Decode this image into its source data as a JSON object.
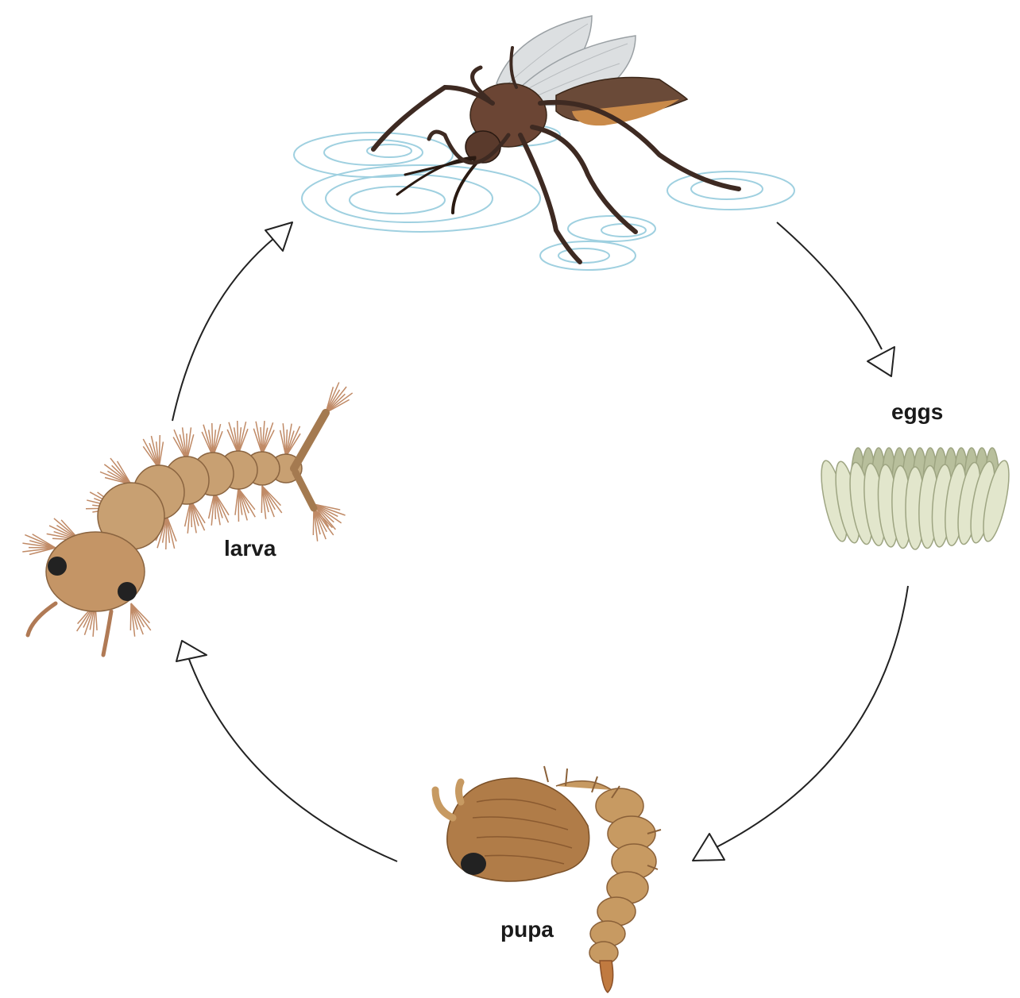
{
  "stages": {
    "adult": {
      "name": "mosquito-adult"
    },
    "eggs": {
      "label": "eggs"
    },
    "larva": {
      "label": "larva"
    },
    "pupa": {
      "label": "pupa"
    }
  },
  "colors": {
    "background": "#ffffff",
    "arrow": "#222222",
    "water_ripple": "#9fd0e0",
    "mosquito_body": "#5a3a2c",
    "mosquito_leg": "#3e2a22",
    "wing": "#d9dcde",
    "egg": "#e2e6cc",
    "egg_shadow": "#b8bf9c",
    "larva_body": "#c39a6b",
    "larva_hair": "#b07a55",
    "pupa_body": "#b07c48"
  },
  "icons": [
    "mosquito-icon",
    "egg-cluster-icon",
    "larva-icon",
    "pupa-icon",
    "arrowhead-icon"
  ]
}
